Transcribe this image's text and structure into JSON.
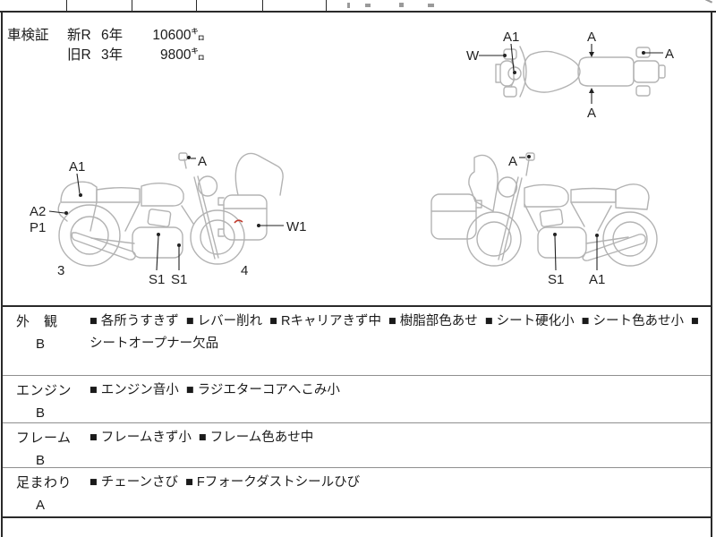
{
  "colors": {
    "border": "#2a2a2a",
    "divider": "#8f8f8f",
    "sketch_line": "#b3b3b3",
    "label_text": "#222222",
    "damage_mark_red": "#c0392b"
  },
  "inspection_certificate": {
    "title": "車検証",
    "rows": [
      {
        "era": "新R",
        "year": "6年",
        "mileage": "10600㌔"
      },
      {
        "era": "旧R",
        "year": "3年",
        "mileage": "9800㌔"
      }
    ]
  },
  "diagrams": {
    "top_view": {
      "labels": {
        "w": "W",
        "a1": "A1",
        "a_top": "A",
        "a_right": "A",
        "a_bottom": "A"
      }
    },
    "left_side_view": {
      "labels": {
        "a1": "A1",
        "a2": "A2",
        "p1": "P1",
        "a_mirror": "A",
        "w1": "W1",
        "s1_first": "S1",
        "s1_second": "S1",
        "wheel_rear": "3",
        "wheel_front": "4"
      }
    },
    "right_side_view": {
      "labels": {
        "a_mirror": "A",
        "s1": "S1",
        "a1": "A1"
      }
    }
  },
  "conditions": {
    "sections": [
      {
        "name": "外　観",
        "grade": "B",
        "items": [
          "各所うすきず",
          "レバー削れ",
          "Rキャリアきず中",
          "樹脂部色あせ",
          "シート硬化小",
          "シート色あせ小",
          "シートオープナー欠品"
        ]
      },
      {
        "name": "エンジン",
        "grade": "B",
        "items": [
          "エンジン音小",
          "ラジエターコアへこみ小"
        ]
      },
      {
        "name": "フレーム",
        "grade": "B",
        "items": [
          "フレームきず小",
          "フレーム色あせ中"
        ]
      },
      {
        "name": "足まわり",
        "grade": "A",
        "items": [
          "チェーンさび",
          "Fフォークダストシールひび"
        ]
      }
    ]
  }
}
